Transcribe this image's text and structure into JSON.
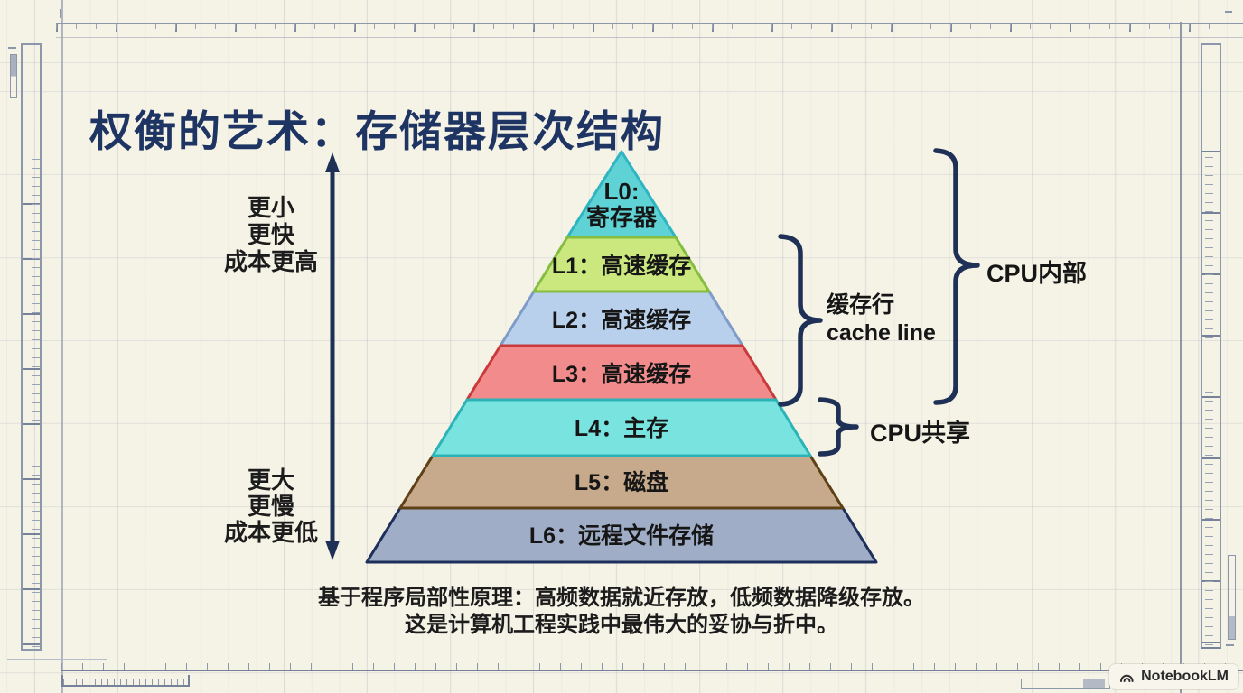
{
  "title": {
    "text": "权衡的艺术：存储器层次结构",
    "color": "#1e3563"
  },
  "left_axis": {
    "top_labels": [
      "更小",
      "更快",
      "成本更高"
    ],
    "bottom_labels": [
      "更大",
      "更慢",
      "成本更低"
    ]
  },
  "pyramid": {
    "levels": [
      {
        "id": "L0",
        "label": "L0:",
        "label2": "寄存器",
        "fill": "#5fd2d5",
        "stroke": "#2eb5c1"
      },
      {
        "id": "L1",
        "label": "L1：高速缓存",
        "fill": "#cbe87e",
        "stroke": "#84bd3f"
      },
      {
        "id": "L2",
        "label": "L2：高速缓存",
        "fill": "#b9d0ec",
        "stroke": "#7f9cc8"
      },
      {
        "id": "L3",
        "label": "L3：高速缓存",
        "fill": "#f28c8c",
        "stroke": "#c93b3b"
      },
      {
        "id": "L4",
        "label": "L4：主存",
        "fill": "#78e3df",
        "stroke": "#2bb3b7"
      },
      {
        "id": "L5",
        "label": "L5：磁盘",
        "fill": "#c7aa8b",
        "stroke": "#5f4118"
      },
      {
        "id": "L6",
        "label": "L6：远程文件存储",
        "fill": "#9fadc6",
        "stroke": "#1d2f5a"
      }
    ]
  },
  "annotations": {
    "cache_line_line1": "缓存行",
    "cache_line_line2": "cache line",
    "cpu_internal": "CPU内部",
    "cpu_shared": "CPU共享"
  },
  "caption": {
    "line1": "基于程序局部性原理：高频数据就近存放，低频数据降级存放。",
    "line2": "这是计算机工程实践中最伟大的妥协与折中。"
  },
  "watermark": {
    "text": "NotebookLM"
  },
  "colors": {
    "paper": "#f5f2e6",
    "ink": "#1e3056",
    "ruler": "#8d97ab",
    "body_text": "#1c1c1c"
  }
}
